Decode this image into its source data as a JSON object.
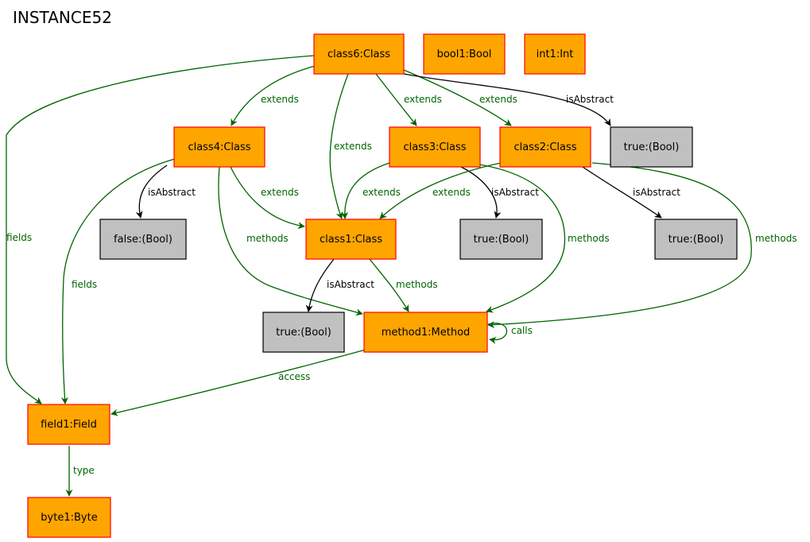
{
  "title": "INSTANCE52",
  "colors": {
    "object_fill": "#ffa500",
    "object_stroke": "#ff0000",
    "value_fill": "#c0c0c0",
    "value_stroke": "#000000",
    "edge_green": "#006400",
    "edge_black": "#000000"
  },
  "nodes": [
    {
      "id": "class6",
      "label": "class6:Class",
      "kind": "object"
    },
    {
      "id": "bool1",
      "label": "bool1:Bool",
      "kind": "object"
    },
    {
      "id": "int1",
      "label": "int1:Int",
      "kind": "object"
    },
    {
      "id": "class4",
      "label": "class4:Class",
      "kind": "object"
    },
    {
      "id": "class3",
      "label": "class3:Class",
      "kind": "object"
    },
    {
      "id": "class2",
      "label": "class2:Class",
      "kind": "object"
    },
    {
      "id": "true_a",
      "label": "true:(Bool)",
      "kind": "value"
    },
    {
      "id": "false_a",
      "label": "false:(Bool)",
      "kind": "value"
    },
    {
      "id": "class1",
      "label": "class1:Class",
      "kind": "object"
    },
    {
      "id": "true_b",
      "label": "true:(Bool)",
      "kind": "value"
    },
    {
      "id": "true_c",
      "label": "true:(Bool)",
      "kind": "value"
    },
    {
      "id": "true_d",
      "label": "true:(Bool)",
      "kind": "value"
    },
    {
      "id": "method1",
      "label": "method1:Method",
      "kind": "object"
    },
    {
      "id": "field1",
      "label": "field1:Field",
      "kind": "object"
    },
    {
      "id": "byte1",
      "label": "byte1:Byte",
      "kind": "object"
    }
  ],
  "edges": [
    {
      "id": "e1",
      "from": "class6",
      "to": "field1",
      "label": "fields",
      "color": "green"
    },
    {
      "id": "e2",
      "from": "class6",
      "to": "class4",
      "label": "extends",
      "color": "green"
    },
    {
      "id": "e3",
      "from": "class6",
      "to": "class1",
      "label": "extends",
      "color": "green"
    },
    {
      "id": "e4",
      "from": "class6",
      "to": "class3",
      "label": "extends",
      "color": "green"
    },
    {
      "id": "e5",
      "from": "class6",
      "to": "class2",
      "label": "extends",
      "color": "green"
    },
    {
      "id": "e6",
      "from": "class6",
      "to": "true_a",
      "label": "isAbstract",
      "color": "black"
    },
    {
      "id": "e7",
      "from": "class4",
      "to": "false_a",
      "label": "isAbstract",
      "color": "black"
    },
    {
      "id": "e8",
      "from": "class4",
      "to": "class1",
      "label": "extends",
      "color": "green"
    },
    {
      "id": "e9",
      "from": "class4",
      "to": "method1",
      "label": "methods",
      "color": "green"
    },
    {
      "id": "e10",
      "from": "class4",
      "to": "field1",
      "label": "fields",
      "color": "green"
    },
    {
      "id": "e11",
      "from": "class3",
      "to": "class1",
      "label": "extends",
      "color": "green"
    },
    {
      "id": "e12",
      "from": "class3",
      "to": "true_b",
      "label": "isAbstract",
      "color": "black"
    },
    {
      "id": "e13",
      "from": "class3",
      "to": "method1",
      "label": "methods",
      "color": "green"
    },
    {
      "id": "e14",
      "from": "class2",
      "to": "class1",
      "label": "extends",
      "color": "green"
    },
    {
      "id": "e15",
      "from": "class2",
      "to": "true_c",
      "label": "isAbstract",
      "color": "black"
    },
    {
      "id": "e16",
      "from": "class2",
      "to": "method1",
      "label": "methods",
      "color": "green"
    },
    {
      "id": "e17",
      "from": "class1",
      "to": "true_d",
      "label": "isAbstract",
      "color": "black"
    },
    {
      "id": "e18",
      "from": "class1",
      "to": "method1",
      "label": "methods",
      "color": "green"
    },
    {
      "id": "e19",
      "from": "method1",
      "to": "method1",
      "label": "calls",
      "color": "green"
    },
    {
      "id": "e20",
      "from": "method1",
      "to": "field1",
      "label": "access",
      "color": "green"
    },
    {
      "id": "e21",
      "from": "field1",
      "to": "byte1",
      "label": "type",
      "color": "green"
    }
  ]
}
